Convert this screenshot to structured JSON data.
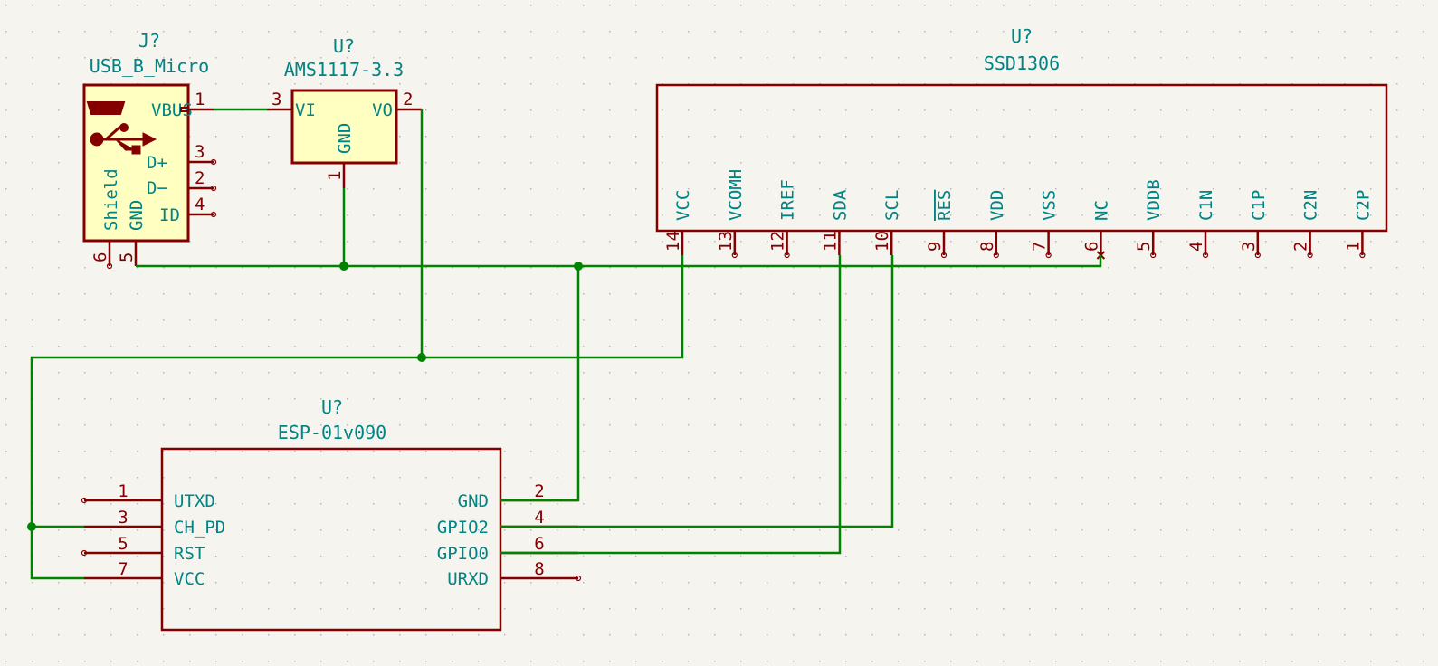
{
  "title": "KiCad Schematic",
  "colors": {
    "background": "#f5f4ef",
    "component_outline": "#840000",
    "component_fill": "#ffffc2",
    "text": "#008484",
    "wire": "#008400",
    "pin_number": "#840000"
  },
  "components": {
    "usb": {
      "reference": "J?",
      "value": "USB_B_Micro",
      "icon": "usb-icon",
      "pins": [
        {
          "num": "1",
          "name": "VBUS"
        },
        {
          "num": "3",
          "name": "D+"
        },
        {
          "num": "2",
          "name": "D−"
        },
        {
          "num": "4",
          "name": "ID"
        },
        {
          "num": "5",
          "name": "GND"
        },
        {
          "num": "6",
          "name": "Shield"
        }
      ]
    },
    "regulator": {
      "reference": "U?",
      "value": "AMS1117-3.3",
      "pins": [
        {
          "num": "3",
          "name": "VI"
        },
        {
          "num": "2",
          "name": "VO"
        },
        {
          "num": "1",
          "name": "GND"
        }
      ]
    },
    "oled": {
      "reference": "U?",
      "value": "SSD1306",
      "pins": [
        {
          "num": "14",
          "name": "VCC"
        },
        {
          "num": "13",
          "name": "VCOMH"
        },
        {
          "num": "12",
          "name": "IREF"
        },
        {
          "num": "11",
          "name": "SDA"
        },
        {
          "num": "10",
          "name": "SCL"
        },
        {
          "num": "9",
          "name": "RES"
        },
        {
          "num": "8",
          "name": "VDD"
        },
        {
          "num": "7",
          "name": "VSS"
        },
        {
          "num": "6",
          "name": "NC"
        },
        {
          "num": "5",
          "name": "VDDB"
        },
        {
          "num": "4",
          "name": "C1N"
        },
        {
          "num": "3",
          "name": "C1P"
        },
        {
          "num": "2",
          "name": "C2N"
        },
        {
          "num": "1",
          "name": "C2P"
        }
      ]
    },
    "esp": {
      "reference": "U?",
      "value": "ESP-01v090",
      "left_pins": [
        {
          "num": "1",
          "name": "UTXD"
        },
        {
          "num": "3",
          "name": "CH_PD"
        },
        {
          "num": "5",
          "name": "RST"
        },
        {
          "num": "7",
          "name": "VCC"
        }
      ],
      "right_pins": [
        {
          "num": "2",
          "name": "GND"
        },
        {
          "num": "4",
          "name": "GPIO2"
        },
        {
          "num": "6",
          "name": "GPIO0"
        },
        {
          "num": "8",
          "name": "URXD"
        }
      ]
    }
  }
}
